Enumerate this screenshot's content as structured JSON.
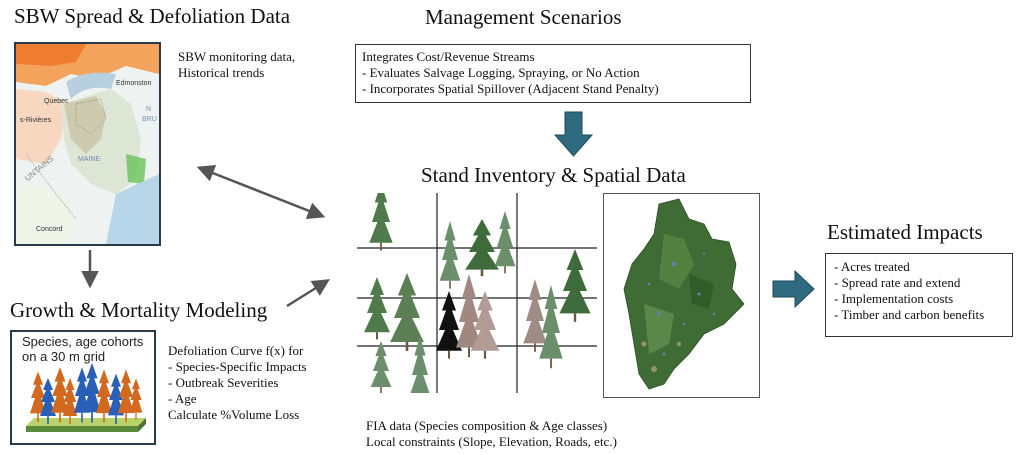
{
  "sbw": {
    "title": "SBW Spread & Defoliation Data",
    "note_lines": [
      "SBW monitoring data,",
      "Historical trends"
    ],
    "map_labels": {
      "edmonston": "Edmonston",
      "quebec": "Quebec",
      "riviere": "s-Rivières",
      "maine": "MAINE",
      "bru": "BRU",
      "concord": "Concord",
      "n": "N",
      "untains": "UNTAINS"
    }
  },
  "management": {
    "title": "Management Scenarios",
    "lines": [
      "Integrates Cost/Revenue Streams",
      "- Evaluates Salvage Logging, Spraying, or No Action",
      "- Incorporates Spatial Spillover (Adjacent Stand Penalty)"
    ]
  },
  "stand": {
    "title": "Stand Inventory & Spatial Data",
    "footer_lines": [
      "FIA data (Species composition & Age classes)",
      "Local constraints (Slope, Elevation, Roads, etc.)"
    ]
  },
  "growth": {
    "title": "Growth & Mortality Modeling",
    "image_caption_lines": [
      "Species, age cohorts",
      "on a 30 m grid"
    ],
    "lines": [
      "Defoliation Curve f(x) for",
      "- Species-Specific Impacts",
      "- Outbreak Severities",
      "-  Age",
      "Calculate %Volume Loss"
    ]
  },
  "impacts": {
    "title": "Estimated Impacts",
    "lines": [
      "- Acres treated",
      "- Spread rate and extend",
      "- Implementation costs",
      "- Timber and carbon benefits"
    ]
  },
  "colors": {
    "arrow_gray": "#555555",
    "arrow_teal": "#2e6a80",
    "orange_tree": "#d2691e",
    "blue_tree": "#2a5fb8",
    "forest_green": "#3f6b35"
  }
}
